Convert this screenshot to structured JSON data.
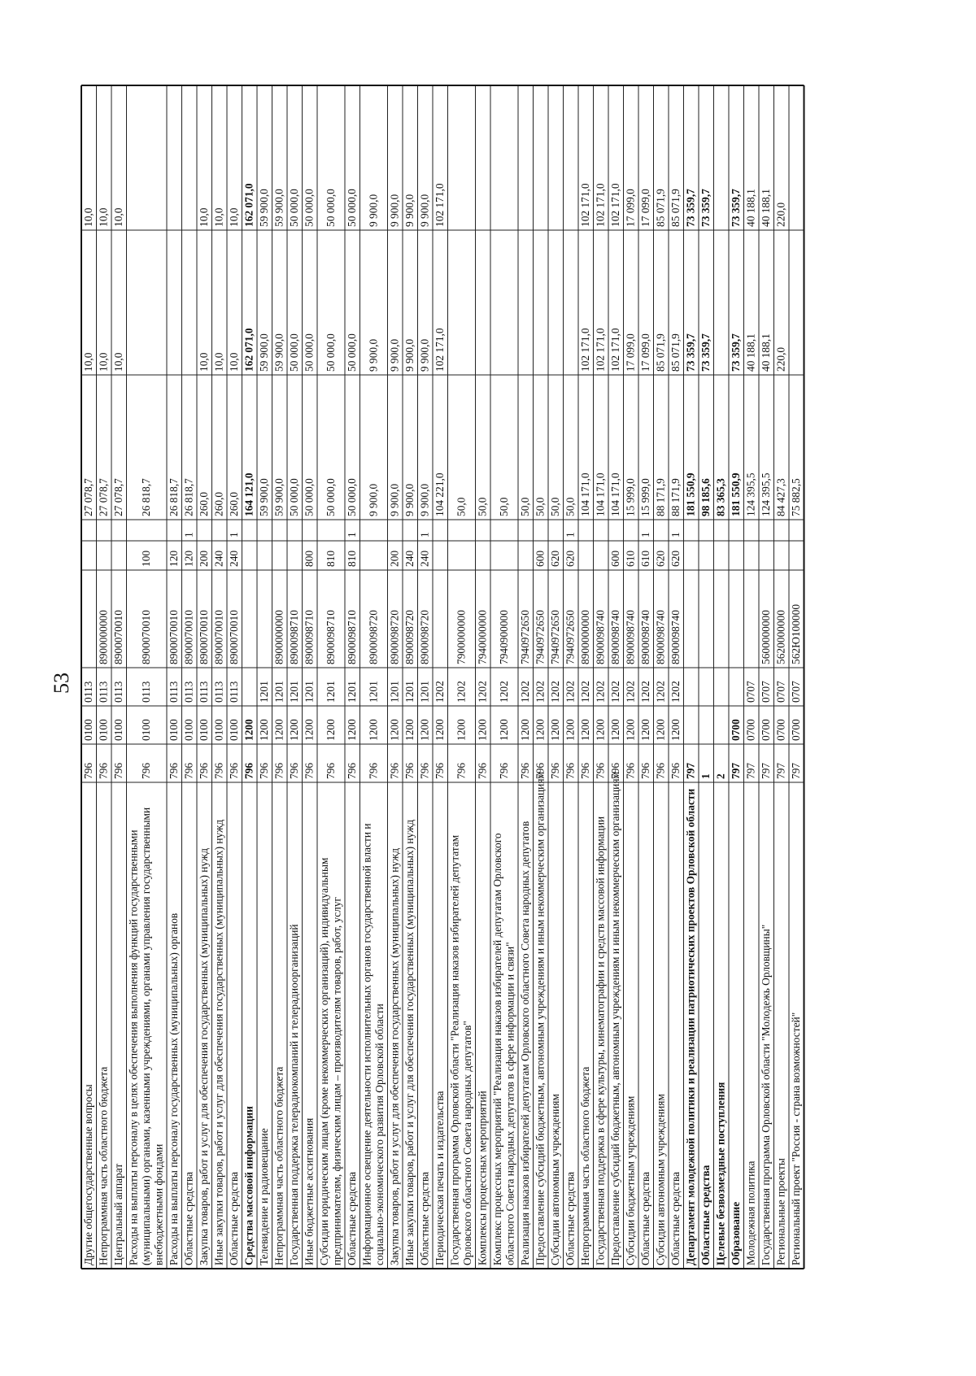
{
  "page_number": "53",
  "columns": [
    "name",
    "ministry",
    "section",
    "subsection",
    "target_article",
    "expense_type",
    "fund_source",
    "amount_1",
    "amount_2",
    "amount_3"
  ],
  "rows": [
    {
      "name": "Другие общегосударственные вопросы",
      "ministry": "796",
      "section": "0100",
      "subsection": "0113",
      "target_article": "",
      "expense_type": "",
      "fund_source": "",
      "amount_1": "27 078,7",
      "amount_2": "10,0",
      "amount_3": "10,0"
    },
    {
      "name": "Непрограммная часть областного бюджета",
      "ministry": "796",
      "section": "0100",
      "subsection": "0113",
      "target_article": "8900000000",
      "expense_type": "",
      "fund_source": "",
      "amount_1": "27 078,7",
      "amount_2": "10,0",
      "amount_3": "10,0"
    },
    {
      "name": "Центральный аппарат",
      "ministry": "796",
      "section": "0100",
      "subsection": "0113",
      "target_article": "8900070010",
      "expense_type": "",
      "fund_source": "",
      "amount_1": "27 078,7",
      "amount_2": "10,0",
      "amount_3": "10,0"
    },
    {
      "name": "Расходы на выплаты персоналу в целях обеспечения выполнения функций государственными (муниципальными) органами, казенными учреждениями, органами управления государственными внебюджетными фондами",
      "ministry": "796",
      "section": "0100",
      "subsection": "0113",
      "target_article": "8900070010",
      "expense_type": "100",
      "fund_source": "",
      "amount_1": "26 818,7",
      "amount_2": "",
      "amount_3": ""
    },
    {
      "name": "Расходы на выплаты персоналу государственных (муниципальных) органов",
      "ministry": "796",
      "section": "0100",
      "subsection": "0113",
      "target_article": "8900070010",
      "expense_type": "120",
      "fund_source": "",
      "amount_1": "26 818,7",
      "amount_2": "",
      "amount_3": ""
    },
    {
      "name": "Областные средства",
      "ministry": "796",
      "section": "0100",
      "subsection": "0113",
      "target_article": "8900070010",
      "expense_type": "120",
      "fund_source": "1",
      "amount_1": "26 818,7",
      "amount_2": "",
      "amount_3": ""
    },
    {
      "name": "Закупка товаров, работ и услуг для обеспечения государственных (муниципальных) нужд",
      "ministry": "796",
      "section": "0100",
      "subsection": "0113",
      "target_article": "8900070010",
      "expense_type": "200",
      "fund_source": "",
      "amount_1": "260,0",
      "amount_2": "10,0",
      "amount_3": "10,0"
    },
    {
      "name": "Иные закупки товаров, работ и услуг для обеспечения государственных (муниципальных) нужд",
      "ministry": "796",
      "section": "0100",
      "subsection": "0113",
      "target_article": "8900070010",
      "expense_type": "240",
      "fund_source": "",
      "amount_1": "260,0",
      "amount_2": "10,0",
      "amount_3": "10,0"
    },
    {
      "name": "Областные средства",
      "ministry": "796",
      "section": "0100",
      "subsection": "0113",
      "target_article": "8900070010",
      "expense_type": "240",
      "fund_source": "1",
      "amount_1": "260,0",
      "amount_2": "10,0",
      "amount_3": "10,0"
    },
    {
      "name": "Средства массовой информации",
      "bold": true,
      "ministry": "796",
      "section": "1200",
      "subsection": "",
      "target_article": "",
      "expense_type": "",
      "fund_source": "",
      "amount_1": "164 121,0",
      "amount_2": "162 071,0",
      "amount_3": "162 071,0"
    },
    {
      "name": "Телевидение и радиовещание",
      "ministry": "796",
      "section": "1200",
      "subsection": "1201",
      "target_article": "",
      "expense_type": "",
      "fund_source": "",
      "amount_1": "59 900,0",
      "amount_2": "59 900,0",
      "amount_3": "59 900,0"
    },
    {
      "name": "Непрограммная часть областного бюджета",
      "ministry": "796",
      "section": "1200",
      "subsection": "1201",
      "target_article": "8900000000",
      "expense_type": "",
      "fund_source": "",
      "amount_1": "59 900,0",
      "amount_2": "59 900,0",
      "amount_3": "59 900,0"
    },
    {
      "name": "Государственная поддержка телерадиокомпаний и телерадиоорганизаций",
      "ministry": "796",
      "section": "1200",
      "subsection": "1201",
      "target_article": "8900098710",
      "expense_type": "",
      "fund_source": "",
      "amount_1": "50 000,0",
      "amount_2": "50 000,0",
      "amount_3": "50 000,0"
    },
    {
      "name": "Иные бюджетные ассигнования",
      "ministry": "796",
      "section": "1200",
      "subsection": "1201",
      "target_article": "8900098710",
      "expense_type": "800",
      "fund_source": "",
      "amount_1": "50 000,0",
      "amount_2": "50 000,0",
      "amount_3": "50 000,0"
    },
    {
      "name": "Субсидии юридическим лицам (кроме некоммерческих организаций), индивидуальным предпринимателям, физическим лицам – производителям товаров, работ, услуг",
      "ministry": "796",
      "section": "1200",
      "subsection": "1201",
      "target_article": "8900098710",
      "expense_type": "810",
      "fund_source": "",
      "amount_1": "50 000,0",
      "amount_2": "50 000,0",
      "amount_3": "50 000,0"
    },
    {
      "name": "Областные средства",
      "ministry": "796",
      "section": "1200",
      "subsection": "1201",
      "target_article": "8900098710",
      "expense_type": "810",
      "fund_source": "1",
      "amount_1": "50 000,0",
      "amount_2": "50 000,0",
      "amount_3": "50 000,0"
    },
    {
      "name": "Информационное освещение деятельности исполнительных органов государственной власти и социально-экономического развития Орловской области",
      "ministry": "796",
      "section": "1200",
      "subsection": "1201",
      "target_article": "8900098720",
      "expense_type": "",
      "fund_source": "",
      "amount_1": "9 900,0",
      "amount_2": "9 900,0",
      "amount_3": "9 900,0"
    },
    {
      "name": "Закупка товаров, работ и услуг для обеспечения государственных (муниципальных) нужд",
      "ministry": "796",
      "section": "1200",
      "subsection": "1201",
      "target_article": "8900098720",
      "expense_type": "200",
      "fund_source": "",
      "amount_1": "9 900,0",
      "amount_2": "9 900,0",
      "amount_3": "9 900,0"
    },
    {
      "name": "Иные закупки товаров, работ и услуг для обеспечения государственных (муниципальных) нужд",
      "ministry": "796",
      "section": "1200",
      "subsection": "1201",
      "target_article": "8900098720",
      "expense_type": "240",
      "fund_source": "",
      "amount_1": "9 900,0",
      "amount_2": "9 900,0",
      "amount_3": "9 900,0"
    },
    {
      "name": "Областные средства",
      "ministry": "796",
      "section": "1200",
      "subsection": "1201",
      "target_article": "8900098720",
      "expense_type": "240",
      "fund_source": "1",
      "amount_1": "9 900,0",
      "amount_2": "9 900,0",
      "amount_3": "9 900,0"
    },
    {
      "name": "Периодическая печать и издательства",
      "ministry": "796",
      "section": "1200",
      "subsection": "1202",
      "target_article": "",
      "expense_type": "",
      "fund_source": "",
      "amount_1": "104 221,0",
      "amount_2": "102 171,0",
      "amount_3": "102 171,0"
    },
    {
      "name": "Государственная программа Орловской области \"Реализация наказов избирателей депутатам Орловского областного Совета народных депутатов\"",
      "ministry": "796",
      "section": "1200",
      "subsection": "1202",
      "target_article": "7900000000",
      "expense_type": "",
      "fund_source": "",
      "amount_1": "50,0",
      "amount_2": "",
      "amount_3": ""
    },
    {
      "name": "Комплексы процессных мероприятий",
      "ministry": "796",
      "section": "1200",
      "subsection": "1202",
      "target_article": "7940000000",
      "expense_type": "",
      "fund_source": "",
      "amount_1": "50,0",
      "amount_2": "",
      "amount_3": ""
    },
    {
      "name": "Комплекс процессных мероприятий \"Реализация наказов избирателей депутатам Орловского областного Совета народных депутатов в сфере информации и связи\"",
      "ministry": "796",
      "section": "1200",
      "subsection": "1202",
      "target_article": "7940900000",
      "expense_type": "",
      "fund_source": "",
      "amount_1": "50,0",
      "amount_2": "",
      "amount_3": ""
    },
    {
      "name": "Реализация наказов избирателей депутатам Орловского областного Совета народных депутатов",
      "ministry": "796",
      "section": "1200",
      "subsection": "1202",
      "target_article": "7940972650",
      "expense_type": "",
      "fund_source": "",
      "amount_1": "50,0",
      "amount_2": "",
      "amount_3": ""
    },
    {
      "name": "Предоставление субсидий бюджетным, автономным учреждениям и иным некоммерческим организациям",
      "ministry": "796",
      "section": "1200",
      "subsection": "1202",
      "target_article": "7940972650",
      "expense_type": "600",
      "fund_source": "",
      "amount_1": "50,0",
      "amount_2": "",
      "amount_3": ""
    },
    {
      "name": "Субсидии автономным учреждениям",
      "ministry": "796",
      "section": "1200",
      "subsection": "1202",
      "target_article": "7940972650",
      "expense_type": "620",
      "fund_source": "",
      "amount_1": "50,0",
      "amount_2": "",
      "amount_3": ""
    },
    {
      "name": "Областные средства",
      "ministry": "796",
      "section": "1200",
      "subsection": "1202",
      "target_article": "7940972650",
      "expense_type": "620",
      "fund_source": "1",
      "amount_1": "50,0",
      "amount_2": "",
      "amount_3": ""
    },
    {
      "name": "Непрограммная часть областного бюджета",
      "ministry": "796",
      "section": "1200",
      "subsection": "1202",
      "target_article": "8900000000",
      "expense_type": "",
      "fund_source": "",
      "amount_1": "104 171,0",
      "amount_2": "102 171,0",
      "amount_3": "102 171,0"
    },
    {
      "name": "Государственная поддержка в сфере культуры, кинематографии и средств массовой информации",
      "ministry": "796",
      "section": "1200",
      "subsection": "1202",
      "target_article": "8900098740",
      "expense_type": "",
      "fund_source": "",
      "amount_1": "104 171,0",
      "amount_2": "102 171,0",
      "amount_3": "102 171,0"
    },
    {
      "name": "Предоставление субсидий бюджетным, автономным учреждениям и иным некоммерческим организациям",
      "ministry": "796",
      "section": "1200",
      "subsection": "1202",
      "target_article": "8900098740",
      "expense_type": "600",
      "fund_source": "",
      "amount_1": "104 171,0",
      "amount_2": "102 171,0",
      "amount_3": "102 171,0"
    },
    {
      "name": "Субсидии бюджетным учреждениям",
      "ministry": "796",
      "section": "1200",
      "subsection": "1202",
      "target_article": "8900098740",
      "expense_type": "610",
      "fund_source": "",
      "amount_1": "15 999,0",
      "amount_2": "17 099,0",
      "amount_3": "17 099,0"
    },
    {
      "name": "Областные средства",
      "ministry": "796",
      "section": "1200",
      "subsection": "1202",
      "target_article": "8900098740",
      "expense_type": "610",
      "fund_source": "1",
      "amount_1": "15 999,0",
      "amount_2": "17 099,0",
      "amount_3": "17 099,0"
    },
    {
      "name": "Субсидии автономным учреждениям",
      "ministry": "796",
      "section": "1200",
      "subsection": "1202",
      "target_article": "8900098740",
      "expense_type": "620",
      "fund_source": "",
      "amount_1": "88 171,9",
      "amount_2": "85 071,9",
      "amount_3": "85 071,9"
    },
    {
      "name": "Областные средства",
      "ministry": "796",
      "section": "1200",
      "subsection": "1202",
      "target_article": "8900098740",
      "expense_type": "620",
      "fund_source": "1",
      "amount_1": "88 171,9",
      "amount_2": "85 071,9",
      "amount_3": "85 071,9"
    },
    {
      "name": "Департамент молодежной политики и реализации патриотических проектов Орловской области",
      "bold": true,
      "ministry": "797",
      "section": "",
      "subsection": "",
      "target_article": "",
      "expense_type": "",
      "fund_source": "",
      "amount_1": "181 550,9",
      "amount_2": "73 359,7",
      "amount_3": "73 359,7"
    },
    {
      "name": "Областные средства",
      "bold": true,
      "ministry": "1",
      "section": "",
      "subsection": "",
      "target_article": "",
      "expense_type": "",
      "fund_source": "",
      "amount_1": "98 185,6",
      "amount_2": "73 359,7",
      "amount_3": "73 359,7"
    },
    {
      "name": "Целевые безвозмездные поступления",
      "bold": true,
      "ministry": "2",
      "section": "",
      "subsection": "",
      "target_article": "",
      "expense_type": "",
      "fund_source": "",
      "amount_1": "83 365,3",
      "amount_2": "",
      "amount_3": ""
    },
    {
      "name": "Образование",
      "bold": true,
      "ministry": "797",
      "section": "0700",
      "subsection": "",
      "target_article": "",
      "expense_type": "",
      "fund_source": "",
      "amount_1": "181 550,9",
      "amount_2": "73 359,7",
      "amount_3": "73 359,7"
    },
    {
      "name": "Молодежная политика",
      "ministry": "797",
      "section": "0700",
      "subsection": "0707",
      "target_article": "",
      "expense_type": "",
      "fund_source": "",
      "amount_1": "124 395,5",
      "amount_2": "40 188,1",
      "amount_3": "40 188,1"
    },
    {
      "name": "Государственная программа Орловской области \"Молодежь Орловщины\"",
      "ministry": "797",
      "section": "0700",
      "subsection": "0707",
      "target_article": "5600000000",
      "expense_type": "",
      "fund_source": "",
      "amount_1": "124 395,5",
      "amount_2": "40 188,1",
      "amount_3": "40 188,1"
    },
    {
      "name": "Региональные проекты",
      "ministry": "797",
      "section": "0700",
      "subsection": "0707",
      "target_article": "5620000000",
      "expense_type": "",
      "fund_source": "",
      "amount_1": "84 427,3",
      "amount_2": "220,0",
      "amount_3": "220,0"
    },
    {
      "name": "Региональный проект \"Россия - страна возможностей\"",
      "ministry": "797",
      "section": "0700",
      "subsection": "0707",
      "target_article": "562Ю100000",
      "expense_type": "",
      "fund_source": "",
      "amount_1": "75 882,5",
      "amount_2": "",
      "amount_3": ""
    }
  ]
}
